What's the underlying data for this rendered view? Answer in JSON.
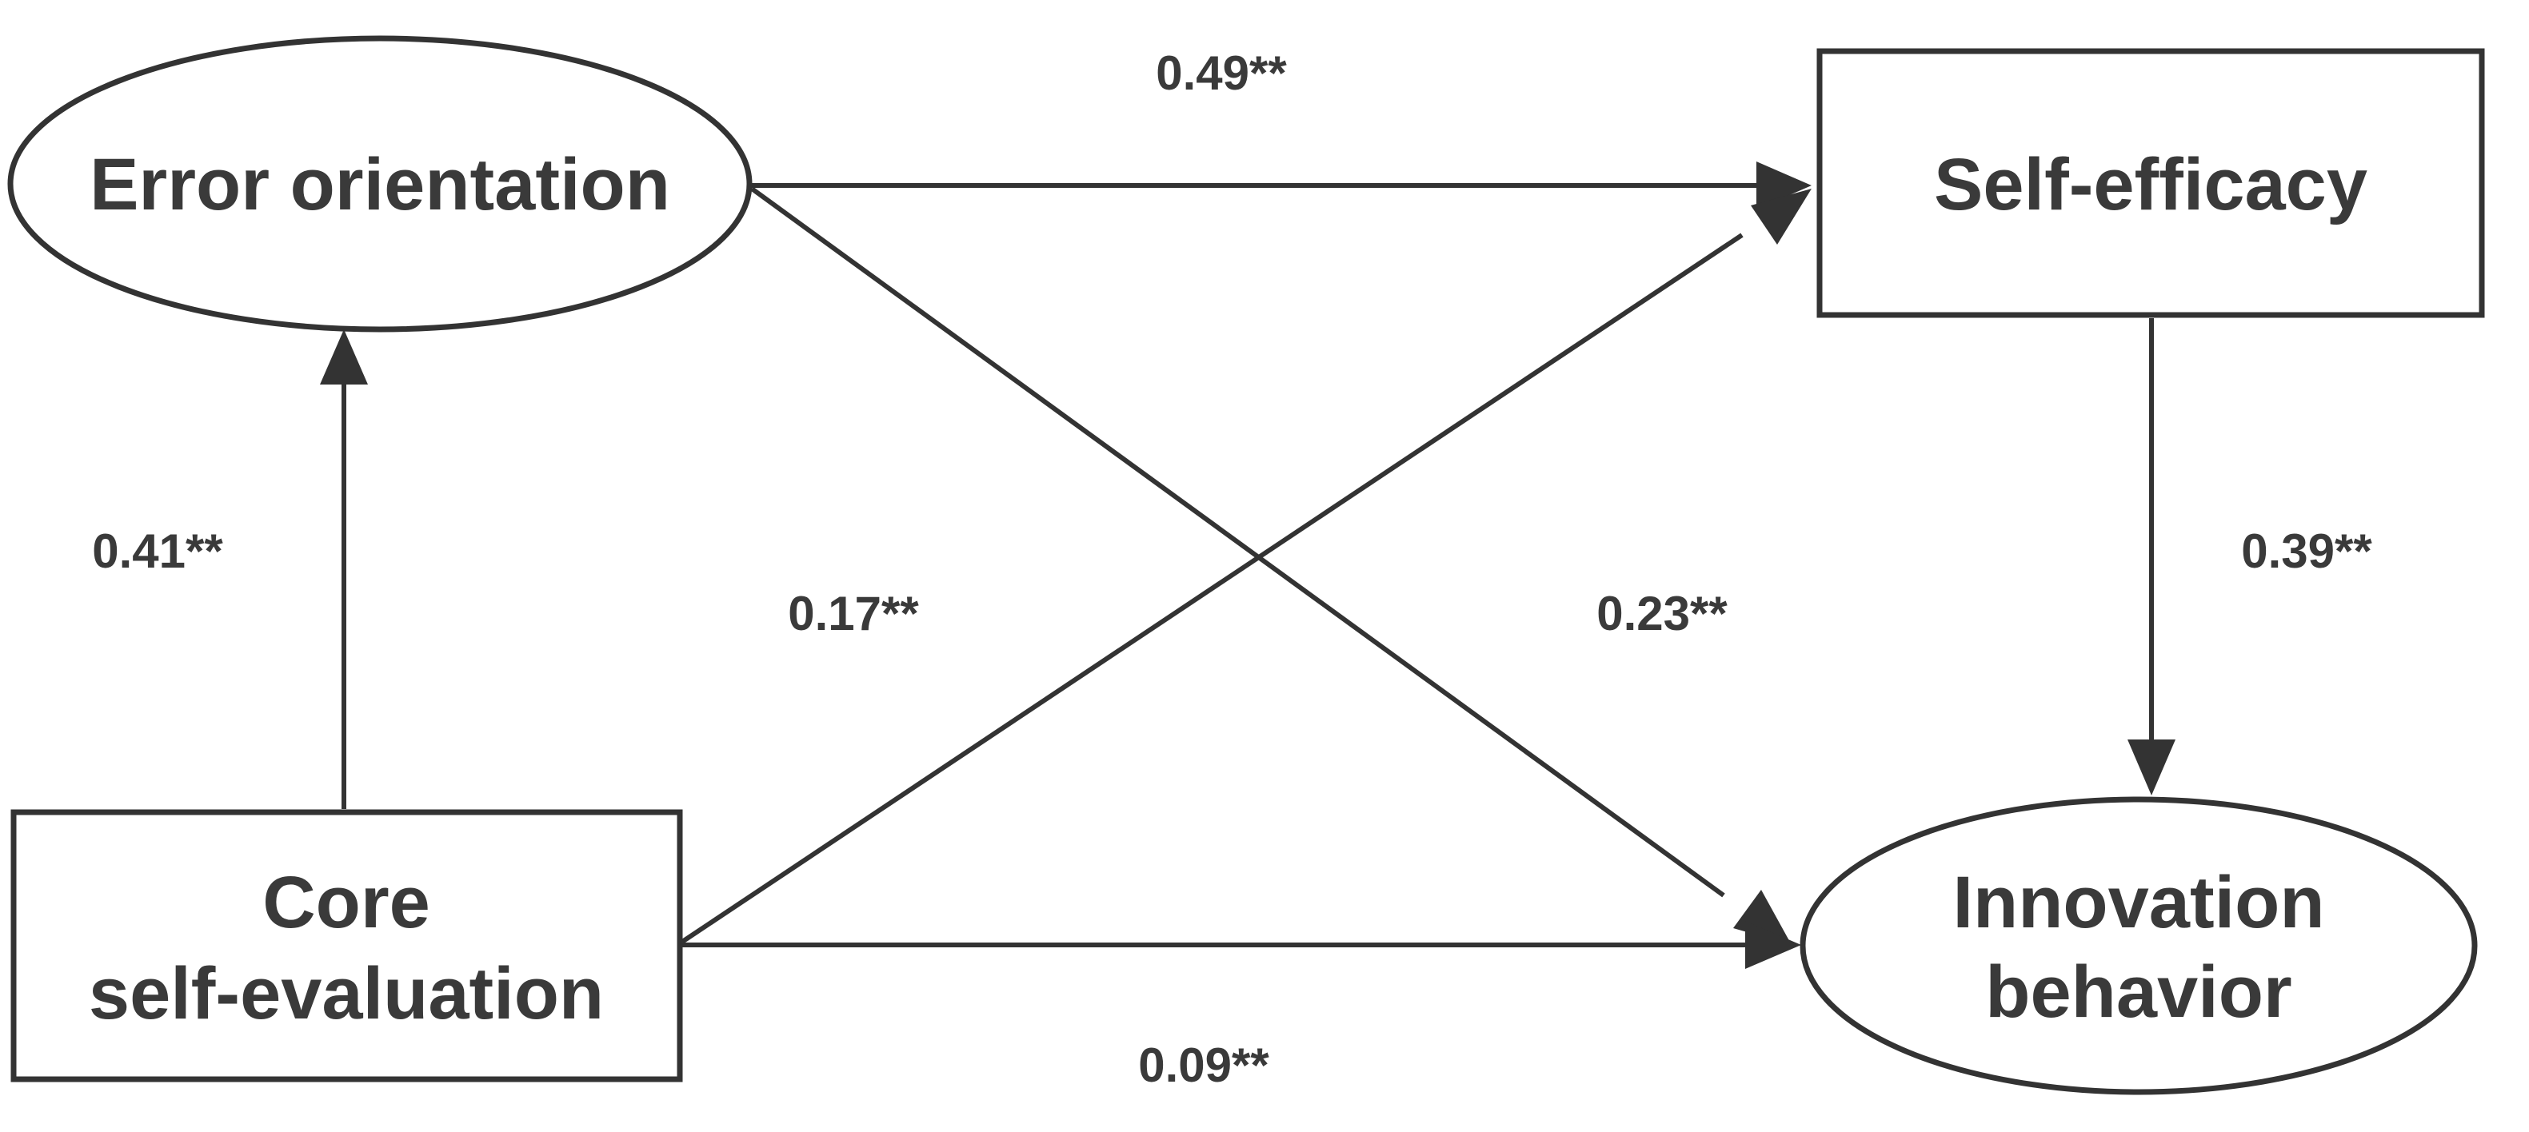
{
  "nodes": {
    "error_orientation": {
      "label": "Error orientation",
      "shape": "ellipse"
    },
    "self_efficacy": {
      "label": "Self-efficacy",
      "shape": "rectangle"
    },
    "core_self_evaluation": {
      "line1": "Core",
      "line2": "self-evaluation",
      "shape": "rectangle"
    },
    "innovation_behavior": {
      "line1": "Innovation",
      "line2": "behavior",
      "shape": "ellipse"
    }
  },
  "paths": {
    "error_to_efficacy": {
      "from": "Error orientation",
      "to": "Self-efficacy",
      "coefficient": "0.49**"
    },
    "core_to_error": {
      "from": "Core self-evaluation",
      "to": "Error orientation",
      "coefficient": "0.41**"
    },
    "core_to_efficacy": {
      "from": "Core self-evaluation",
      "to": "Self-efficacy",
      "coefficient": "0.17**"
    },
    "error_to_innovation": {
      "from": "Error orientation",
      "to": "Innovation behavior",
      "coefficient": "0.23**"
    },
    "efficacy_to_innovation": {
      "from": "Self-efficacy",
      "to": "Innovation behavior",
      "coefficient": "0.39**"
    },
    "core_to_innovation": {
      "from": "Core self-evaluation",
      "to": "Innovation behavior",
      "coefficient": "0.09**"
    }
  },
  "colors": {
    "stroke": "#333333",
    "text": "#3a3a3a",
    "background": "#ffffff"
  }
}
